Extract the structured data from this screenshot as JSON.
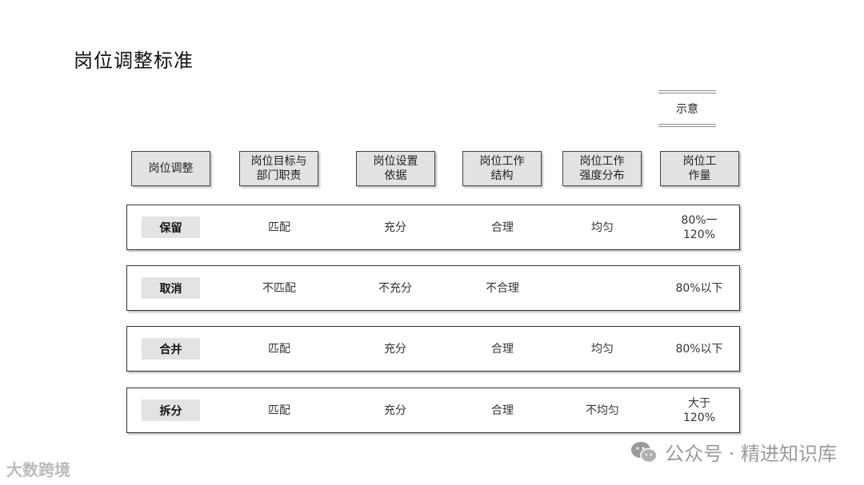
{
  "title": "岗位调整标准",
  "legend_label": "示意",
  "headers": [
    "岗位调整",
    "岗位目标与\n部门职责",
    "岗位设置\n依据",
    "岗位工作\n结构",
    "岗位工作\n强度分布",
    "岗位工\n作量"
  ],
  "rows": [
    {
      "label": "保留",
      "cells": [
        "匹配",
        "充分",
        "合理",
        "均匀",
        "80%一\n120%"
      ]
    },
    {
      "label": "取消",
      "cells": [
        "不匹配",
        "不充分",
        "不合理",
        "",
        "80%以下"
      ]
    },
    {
      "label": "合并",
      "cells": [
        "匹配",
        "充分",
        "合理",
        "均匀",
        "80%以下"
      ]
    },
    {
      "label": "拆分",
      "cells": [
        "匹配",
        "充分",
        "合理",
        "不均匀",
        "大于\n120%"
      ]
    }
  ],
  "watermark_right": "公众号 · 精进知识库",
  "watermark_left": "大数跨境",
  "watermark_icon": "wechat-icon"
}
